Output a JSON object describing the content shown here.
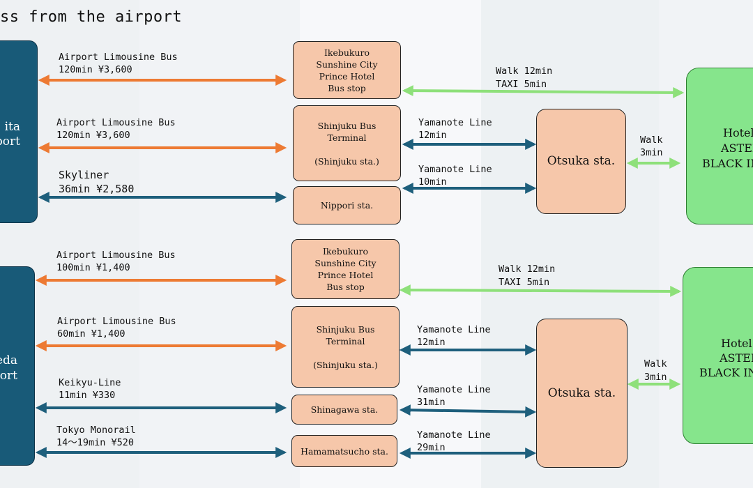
{
  "title": "ss from the airport",
  "colors": {
    "orange": "#ed7a33",
    "blue": "#1e5f7c",
    "green": "#8ee07a",
    "box": "#f6c7aa",
    "hotel": "#86e58c",
    "airport": "#185a78"
  },
  "narita": {
    "airport": {
      "line1": "ita",
      "line2": "port"
    },
    "routes": [
      {
        "line": "Airport Limousine Bus",
        "info": "120min  ¥3,600"
      },
      {
        "line": "Airport Limousine Bus",
        "info": "120min  ¥3,600"
      },
      {
        "line": "Skyliner",
        "info": "36min  ¥2,580"
      }
    ],
    "stops": {
      "ikebukuro": [
        "Ikebukuro",
        "Sunshine City",
        "Prince Hotel",
        "Bus stop"
      ],
      "shinjuku": [
        "Shinjuku Bus",
        "Terminal",
        "(Shinjuku sta.)"
      ],
      "nippori": "Nippori sta."
    },
    "transfers": {
      "walk_taxi": {
        "a": "Walk 12min",
        "b": "TAXI 5min"
      },
      "yamanote1": {
        "a": "Yamanote Line",
        "b": "12min"
      },
      "yamanote2": {
        "a": "Yamanote Line",
        "b": "10min"
      },
      "walk_hotel": {
        "a": "Walk",
        "b": "3min"
      }
    },
    "otsuka": "Otsuka sta.",
    "hotel": [
      "Hotel",
      "ASTER",
      "BLACK IN"
    ]
  },
  "haneda": {
    "airport": {
      "line1": "eda",
      "line2": "port"
    },
    "routes": [
      {
        "line": "Airport Limousine Bus",
        "info": "100min  ¥1,400"
      },
      {
        "line": "Airport Limousine Bus",
        "info": "60min  ¥1,400"
      },
      {
        "line": "Keikyu-Line",
        "info": "11min  ¥330"
      },
      {
        "line": "Tokyo Monorail",
        "info": "14～19min  ¥520"
      }
    ],
    "stops": {
      "ikebukuro": [
        "Ikebukuro",
        "Sunshine City",
        "Prince Hotel",
        "Bus stop"
      ],
      "shinjuku": [
        "Shinjuku Bus",
        "Terminal",
        "(Shinjuku sta.)"
      ],
      "shinagawa": "Shinagawa sta.",
      "hamamatsucho": "Hamamatsucho sta."
    },
    "transfers": {
      "walk_taxi": {
        "a": "Walk 12min",
        "b": "TAXI 5min"
      },
      "yamanote1": {
        "a": "Yamanote Line",
        "b": "12min"
      },
      "yamanote2": {
        "a": "Yamanote Line",
        "b": "31min"
      },
      "yamanote3": {
        "a": "Yamanote Line",
        "b": "29min"
      },
      "walk_hotel": {
        "a": "Walk",
        "b": "3min"
      }
    },
    "otsuka": "Otsuka sta.",
    "hotel": [
      "Hotel",
      "ASTER/",
      "BLACK IN"
    ]
  }
}
